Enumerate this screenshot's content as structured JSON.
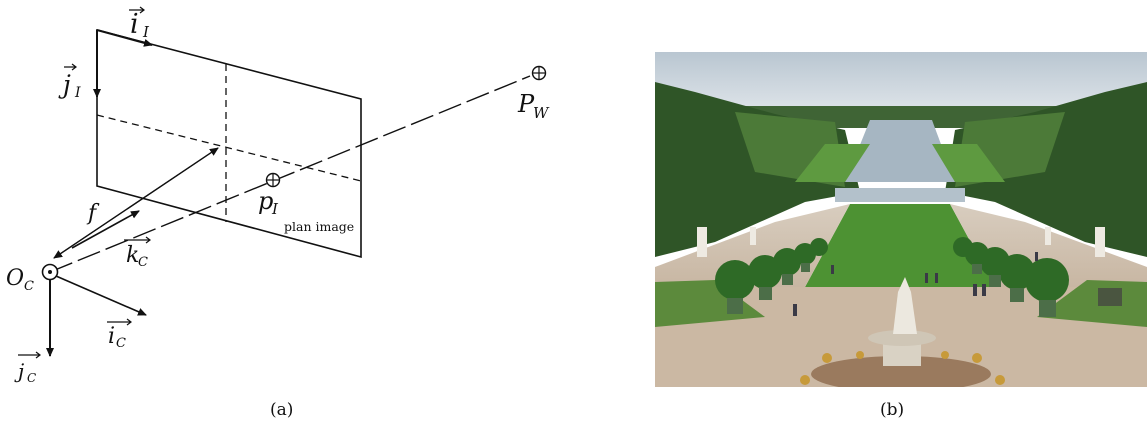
{
  "diagram": {
    "labels": {
      "i_I": "i",
      "i_I_sub": "I",
      "j_I": "j",
      "j_I_sub": "I",
      "P_W": "P",
      "P_W_sub": "W",
      "p_I": "p",
      "p_I_sub": "I",
      "plane_label": "plan image",
      "f": "f",
      "k_C": "k",
      "k_C_sub": "C",
      "O_C": "O",
      "O_C_sub": "C",
      "i_C": "i",
      "i_C_sub": "C",
      "j_C": "j",
      "j_C_sub": "C"
    }
  },
  "captions": {
    "a": "(a)",
    "b": "(b)"
  },
  "photo": {
    "sky_color": "#c9d3dc",
    "grass_color": "#3f8a2c",
    "path_color": "#cbb9a6",
    "water_color": "#a8b8c4",
    "tree_color": "#2f5e23"
  }
}
